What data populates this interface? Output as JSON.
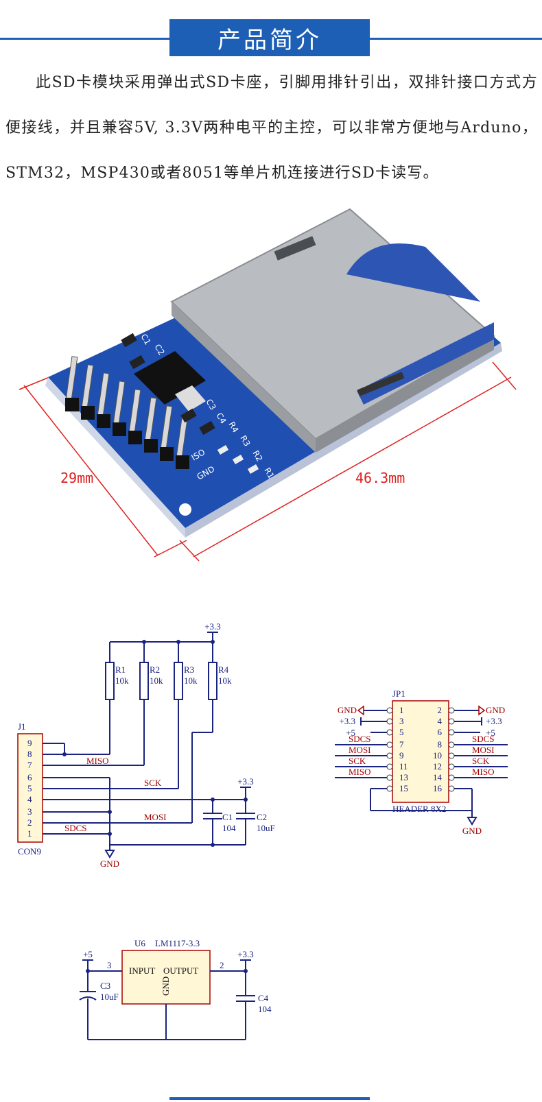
{
  "header": {
    "title": "产品简介"
  },
  "intro": {
    "text": "此SD卡模块采用弹出式SD卡座，引脚用排针引出，双排针接口方式方便接线，并且兼容5V, 3.3V两种电平的主控，可以非常方便地与Arduno，STM32，MSP430或者8051等单片机连接进行SD卡读写。"
  },
  "photo": {
    "dim_width": "29mm",
    "dim_length": "46.3mm",
    "pcb_labels": [
      "C1",
      "C2",
      "C3",
      "C4",
      "R1",
      "R2",
      "R3",
      "R4",
      "ISO",
      "GND"
    ]
  },
  "schematic1": {
    "vcc": "+3.3",
    "resistors": [
      {
        "ref": "R1",
        "val": "10k"
      },
      {
        "ref": "R2",
        "val": "10k"
      },
      {
        "ref": "R3",
        "val": "10k"
      },
      {
        "ref": "R4",
        "val": "10k"
      }
    ],
    "connector": {
      "ref": "J1",
      "name": "CON9",
      "pins": [
        "9",
        "8",
        "7",
        "6",
        "5",
        "4",
        "3",
        "2",
        "1"
      ]
    },
    "nets": {
      "miso": "MISO",
      "sck": "SCK",
      "mosi": "MOSI",
      "sdcs": "SDCS"
    },
    "caps": [
      {
        "ref": "C1",
        "val": "104"
      },
      {
        "ref": "C2",
        "val": "10uF"
      }
    ],
    "cap_vcc": "+3.3",
    "gnd": "GND"
  },
  "header8x2": {
    "ref": "JP1",
    "name": "HEADER 8X2",
    "left_labels": [
      "GND",
      "+3.3",
      "+5",
      "SDCS",
      "MOSI",
      "SCK",
      "MISO"
    ],
    "right_labels": [
      "GND",
      "+3.3",
      "+5",
      "SDCS",
      "MOSI",
      "SCK",
      "MISO"
    ],
    "left_pins": [
      "1",
      "3",
      "5",
      "7",
      "9",
      "11",
      "13",
      "15"
    ],
    "right_pins": [
      "2",
      "4",
      "6",
      "8",
      "10",
      "12",
      "14",
      "16"
    ],
    "gnd": "GND"
  },
  "regulator": {
    "ref": "U6",
    "part": "LM1117-3.3",
    "input": "INPUT",
    "output": "OUTPUT",
    "gnd_pin": "GND",
    "pin_in": "3",
    "pin_out": "2",
    "vin": "+5",
    "vout": "+3.3",
    "c3": {
      "ref": "C3",
      "val": "10uF"
    },
    "c4": {
      "ref": "C4",
      "val": "104"
    }
  }
}
